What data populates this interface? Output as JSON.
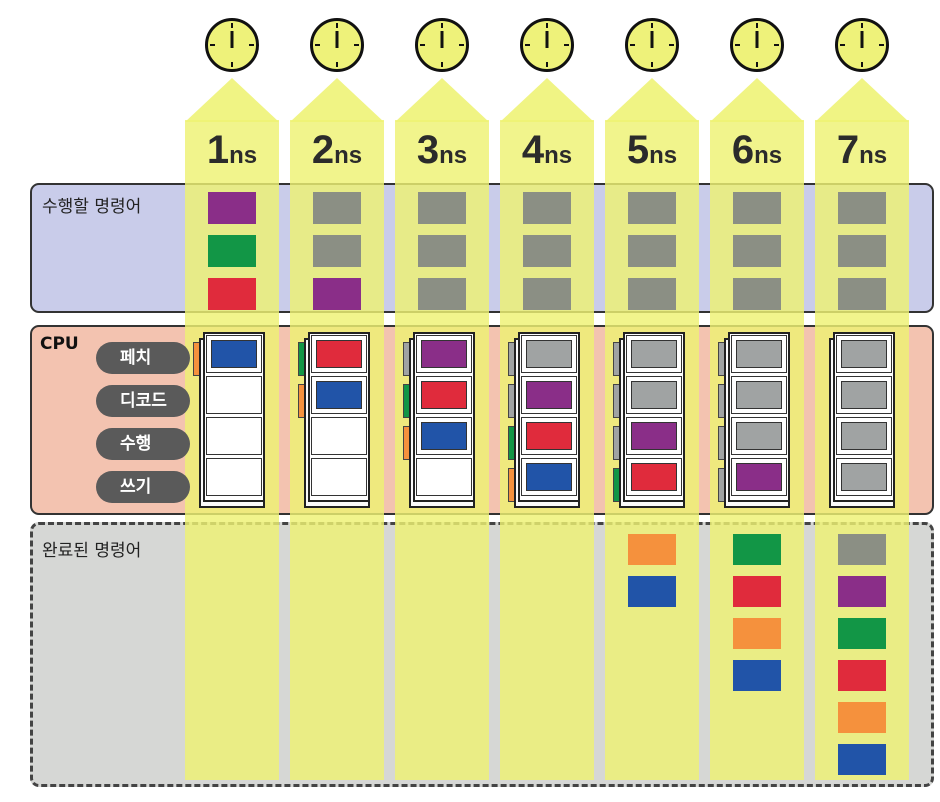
{
  "sections": {
    "todo_label": "수행할 명령어",
    "cpu_label": "CPU",
    "done_label": "완료된 명령어"
  },
  "stages": [
    "페치",
    "디코드",
    "수행",
    "쓰기"
  ],
  "time_unit": "ns",
  "time_steps": [
    "1",
    "2",
    "3",
    "4",
    "5",
    "6",
    "7"
  ],
  "colors": {
    "purple": "#8a2e88",
    "green": "#129646",
    "red": "#e02b3c",
    "blue": "#2154a8",
    "orange": "#f5913d",
    "gray": "#8b8f84",
    "cpu_gray": "#a0a3a3",
    "empty": "#ffffff",
    "clock_face": "#eef27a",
    "band": "#eef273"
  },
  "queue": [
    [
      "purple",
      "green",
      "red"
    ],
    [
      "gray",
      "gray",
      "purple"
    ],
    [
      "gray",
      "gray",
      "gray"
    ],
    [
      "gray",
      "gray",
      "gray"
    ],
    [
      "gray",
      "gray",
      "gray"
    ],
    [
      "gray",
      "gray",
      "gray"
    ],
    [
      "gray",
      "gray",
      "gray"
    ]
  ],
  "pipeline": [
    [
      "blue",
      "empty",
      "empty",
      "empty"
    ],
    [
      "red",
      "blue",
      "empty",
      "empty"
    ],
    [
      "purple",
      "red",
      "blue",
      "empty"
    ],
    [
      "cpu_gray",
      "purple",
      "red",
      "blue"
    ],
    [
      "cpu_gray",
      "cpu_gray",
      "purple",
      "red"
    ],
    [
      "cpu_gray",
      "cpu_gray",
      "cpu_gray",
      "purple"
    ],
    [
      "cpu_gray",
      "cpu_gray",
      "cpu_gray",
      "cpu_gray"
    ]
  ],
  "pipeline_back_strips": [
    [
      "orange"
    ],
    [
      "green",
      "orange"
    ],
    [
      "cpu_gray",
      "green",
      "orange"
    ],
    [
      "cpu_gray",
      "cpu_gray",
      "green",
      "orange"
    ],
    [
      "cpu_gray",
      "cpu_gray",
      "cpu_gray",
      "green"
    ],
    [
      "cpu_gray",
      "cpu_gray",
      "cpu_gray",
      "cpu_gray"
    ],
    []
  ],
  "completed": [
    [],
    [],
    [],
    [],
    [
      "orange",
      "blue"
    ],
    [
      "green",
      "red",
      "orange",
      "blue"
    ],
    [
      "gray",
      "purple",
      "green",
      "red",
      "orange",
      "blue"
    ]
  ]
}
